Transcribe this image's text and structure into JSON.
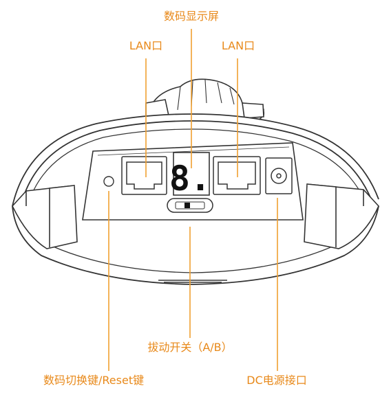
{
  "labels": {
    "display": "数码显示屏",
    "lan_left": "LAN口",
    "lan_right": "LAN口",
    "dip_switch": "拔动开关（A/B）",
    "reset_key": "数码切换键/Reset键",
    "dc_port": "DC电源接口"
  },
  "display_digit": "8.",
  "colors": {
    "label_text": "#e8891a",
    "leader_line": "#f0a030",
    "device_outline": "#333333",
    "background": "#ffffff"
  }
}
